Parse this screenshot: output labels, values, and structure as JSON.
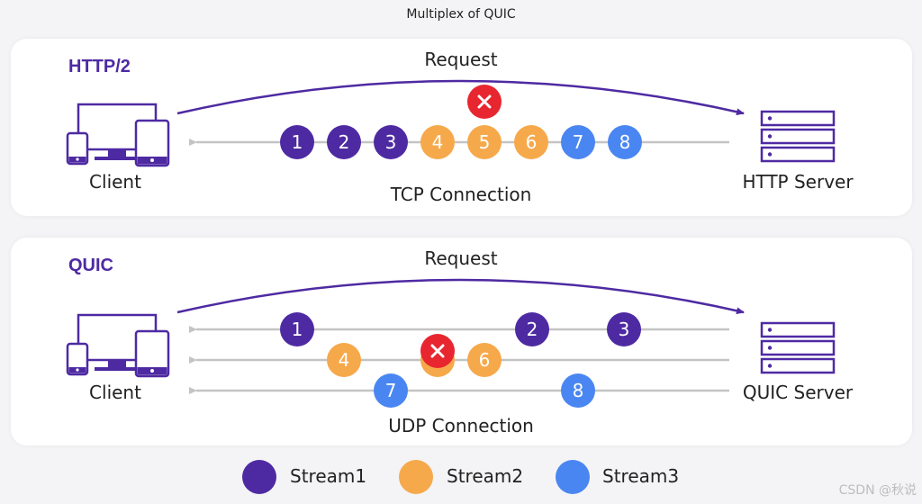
{
  "title": "Multiplex of QUIC",
  "watermark": "CSDN @秋说",
  "colors": {
    "stream1": "#4e2aa2",
    "stream2": "#f6a94b",
    "stream3": "#4a86f2",
    "error": "#e8262f",
    "arrow": "#4e2aa2",
    "line": "#c4c4c4"
  },
  "http2": {
    "protocol_label": "HTTP/2",
    "request_label": "Request",
    "client_label": "Client",
    "server_label": "HTTP Server",
    "connection_label": "TCP Connection",
    "packets": [
      {
        "label": "1",
        "stream": 1
      },
      {
        "label": "2",
        "stream": 1
      },
      {
        "label": "3",
        "stream": 1
      },
      {
        "label": "4",
        "stream": 2
      },
      {
        "label": "5",
        "stream": 2,
        "lost": true
      },
      {
        "label": "6",
        "stream": 2
      },
      {
        "label": "7",
        "stream": 3
      },
      {
        "label": "8",
        "stream": 3
      }
    ]
  },
  "quic": {
    "protocol_label": "QUIC",
    "request_label": "Request",
    "client_label": "Client",
    "server_label": "QUIC Server",
    "connection_label": "UDP Connection",
    "lanes": [
      {
        "stream": 1,
        "packets": [
          {
            "label": "1"
          },
          {
            "label": "2"
          },
          {
            "label": "3"
          }
        ]
      },
      {
        "stream": 2,
        "packets": [
          {
            "label": "4"
          },
          {
            "label": "5",
            "lost": true
          },
          {
            "label": "6"
          }
        ]
      },
      {
        "stream": 3,
        "packets": [
          {
            "label": "7"
          },
          {
            "label": "8"
          }
        ]
      }
    ]
  },
  "legend": [
    {
      "label": "Stream1",
      "stream": 1
    },
    {
      "label": "Stream2",
      "stream": 2
    },
    {
      "label": "Stream3",
      "stream": 3
    }
  ]
}
